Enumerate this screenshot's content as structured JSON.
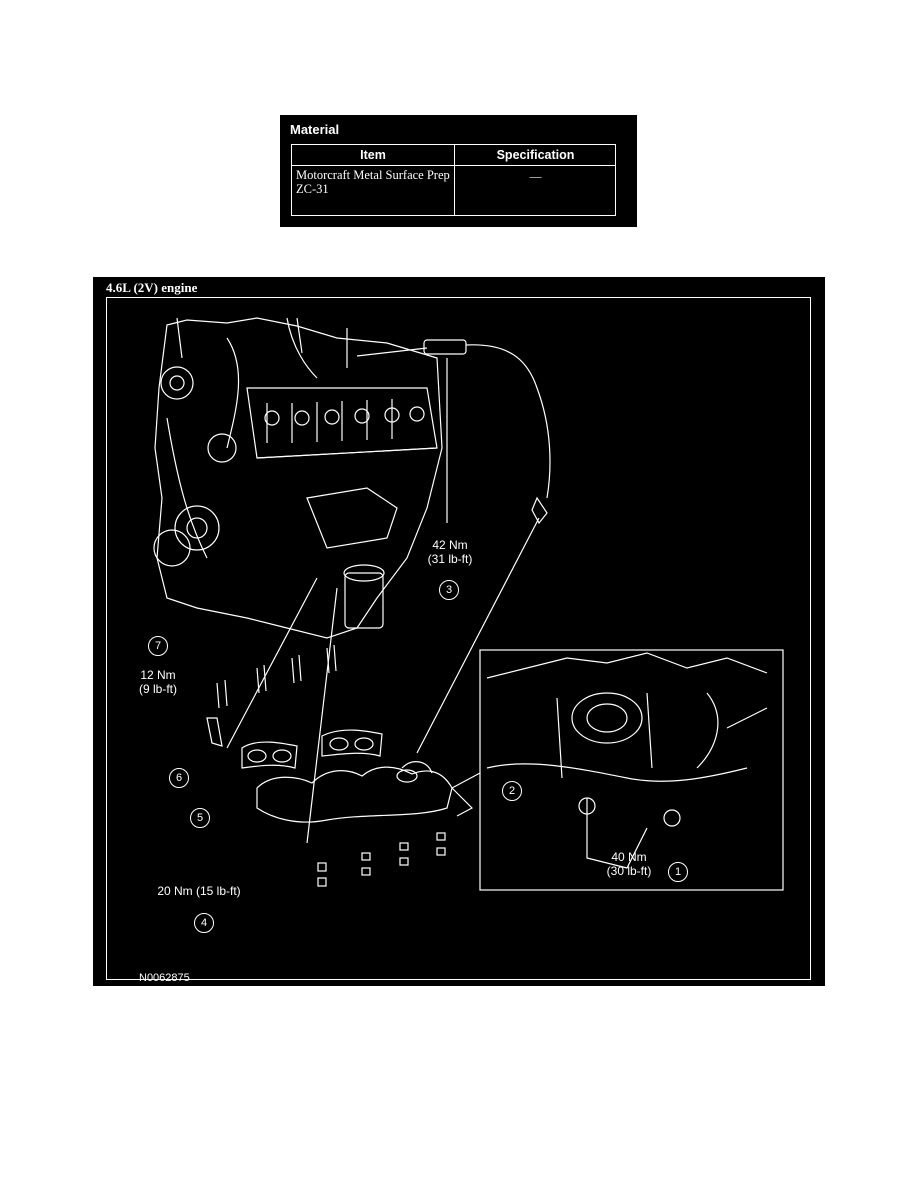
{
  "material": {
    "title": "Material",
    "columns": [
      "Item",
      "Specification"
    ],
    "rows": [
      {
        "item": "Motorcraft Metal Surface Prep ZC-31",
        "specification": "—"
      }
    ]
  },
  "figure": {
    "caption": "4.6L (2V) engine",
    "id": "N0062875",
    "callouts": [
      {
        "num": "1",
        "torque": "40 Nm",
        "torque_alt": "(30 lb-ft)"
      },
      {
        "num": "2"
      },
      {
        "num": "3",
        "torque": "42 Nm",
        "torque_alt": "(31 lb-ft)"
      },
      {
        "num": "4",
        "torque": "20 Nm (15 lb-ft)"
      },
      {
        "num": "5"
      },
      {
        "num": "6"
      },
      {
        "num": "7",
        "torque": "12 Nm",
        "torque_alt": "(9 lb-ft)"
      }
    ]
  }
}
